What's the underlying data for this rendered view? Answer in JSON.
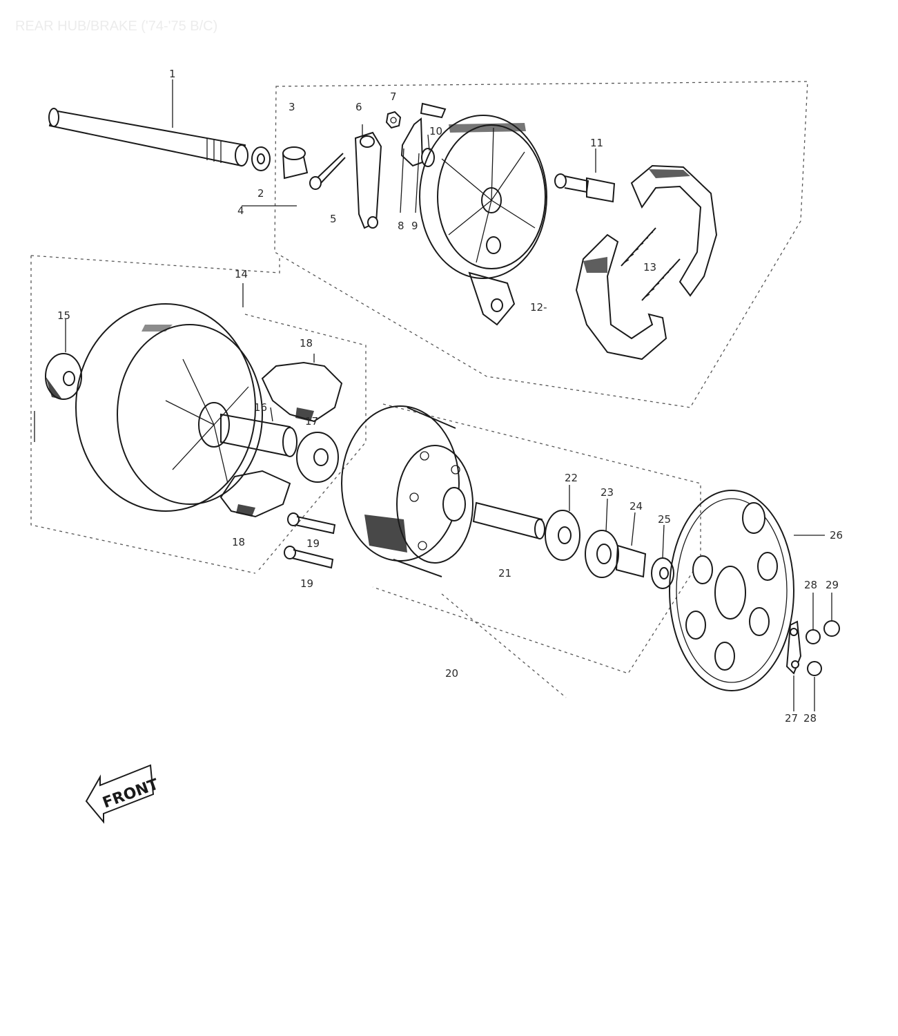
{
  "title": "REAR HUB/BRAKE ('74-'75 B/C)",
  "front_label": "FRONT",
  "callouts": [
    {
      "id": "c1",
      "text": "1"
    },
    {
      "id": "c2",
      "text": "2"
    },
    {
      "id": "c3",
      "text": "3"
    },
    {
      "id": "c4",
      "text": "4"
    },
    {
      "id": "c5",
      "text": "5"
    },
    {
      "id": "c6",
      "text": "6"
    },
    {
      "id": "c7",
      "text": "7"
    },
    {
      "id": "c8",
      "text": "8"
    },
    {
      "id": "c9",
      "text": "9"
    },
    {
      "id": "c10",
      "text": "10"
    },
    {
      "id": "c11",
      "text": "11"
    },
    {
      "id": "c12",
      "text": "12-"
    },
    {
      "id": "c13",
      "text": "13"
    },
    {
      "id": "c14",
      "text": "14"
    },
    {
      "id": "c15",
      "text": "15"
    },
    {
      "id": "c16",
      "text": "16"
    },
    {
      "id": "c17",
      "text": "17"
    },
    {
      "id": "c18a",
      "text": "18"
    },
    {
      "id": "c18b",
      "text": "18"
    },
    {
      "id": "c19a",
      "text": "19"
    },
    {
      "id": "c19b",
      "text": "19"
    },
    {
      "id": "c20",
      "text": "20"
    },
    {
      "id": "c21",
      "text": "21"
    },
    {
      "id": "c22",
      "text": "22"
    },
    {
      "id": "c23",
      "text": "23"
    },
    {
      "id": "c24",
      "text": "24"
    },
    {
      "id": "c25",
      "text": "25"
    },
    {
      "id": "c26",
      "text": "26"
    },
    {
      "id": "c27",
      "text": "27"
    },
    {
      "id": "c28a",
      "text": "28"
    },
    {
      "id": "c28b",
      "text": "28"
    },
    {
      "id": "c29",
      "text": "29"
    }
  ]
}
